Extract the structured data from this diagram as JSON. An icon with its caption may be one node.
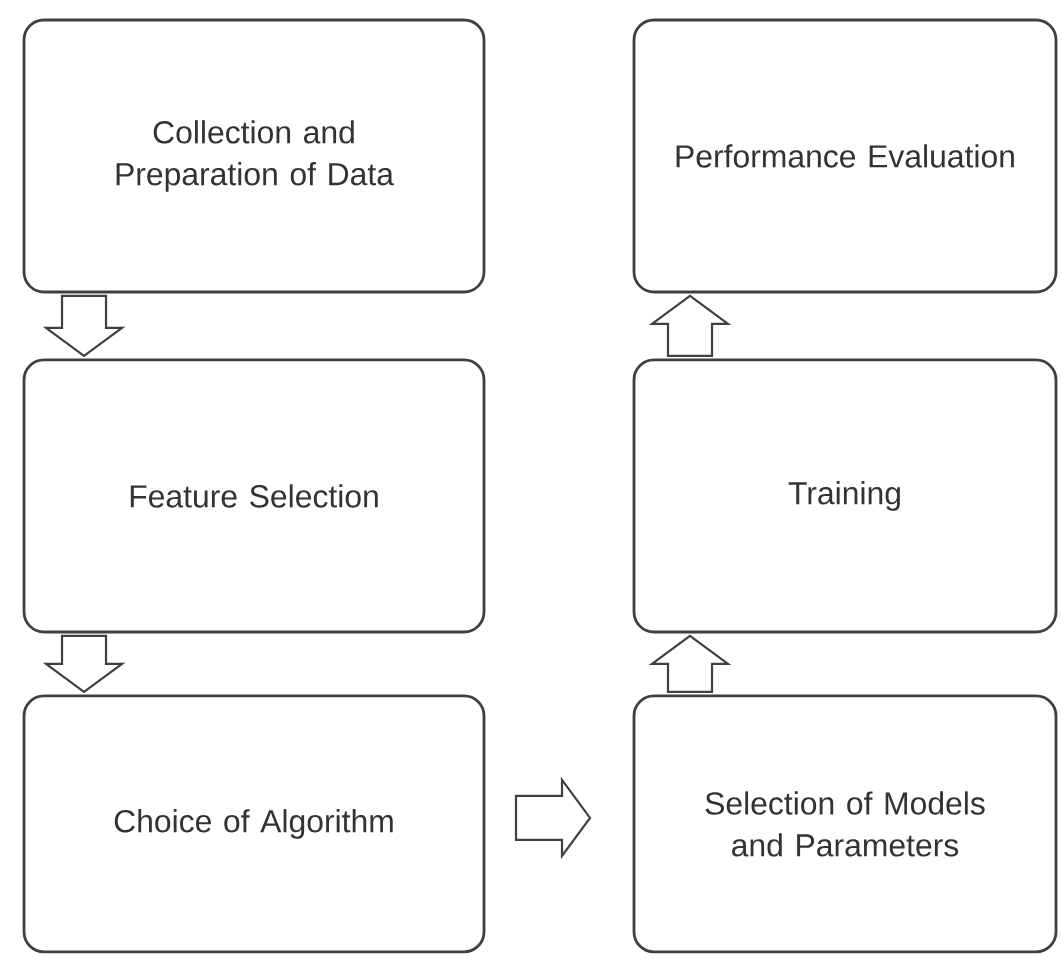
{
  "diagram": {
    "nodes": [
      {
        "text": [
          "Collection and Preparation of Data"
        ]
      },
      {
        "text": [
          "Feature Selection"
        ]
      },
      {
        "text": [
          "Choice of Algorithm"
        ]
      },
      {
        "text": [
          "Selection of Models and Parameters"
        ]
      },
      {
        "text": [
          "Training"
        ]
      },
      {
        "text": [
          "Performance Evaluation"
        ]
      }
    ],
    "edges": [
      {
        "from": 0,
        "to": 1,
        "arrow": "to"
      },
      {
        "from": 1,
        "to": 2,
        "arrow": "to"
      },
      {
        "from": 2,
        "to": 3,
        "arrow": "to"
      },
      {
        "from": 3,
        "to": 4,
        "arrow": "to"
      },
      {
        "from": 4,
        "to": 5,
        "arrow": "to"
      }
    ]
  }
}
